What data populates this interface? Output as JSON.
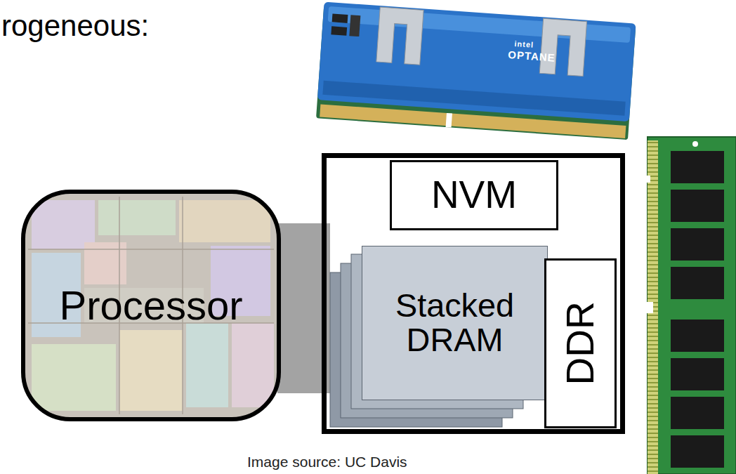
{
  "diagram": {
    "nodes": [
      {
        "text": [
          "Processor"
        ]
      },
      {
        "text": [
          "NVM"
        ]
      },
      {
        "text": [
          "Stacked DRAM"
        ]
      },
      {
        "text": [
          "DDR"
        ]
      }
    ],
    "labels": [
      "rogeneous:",
      "intel",
      "OPTANE",
      "Image source: UC Davis"
    ]
  }
}
